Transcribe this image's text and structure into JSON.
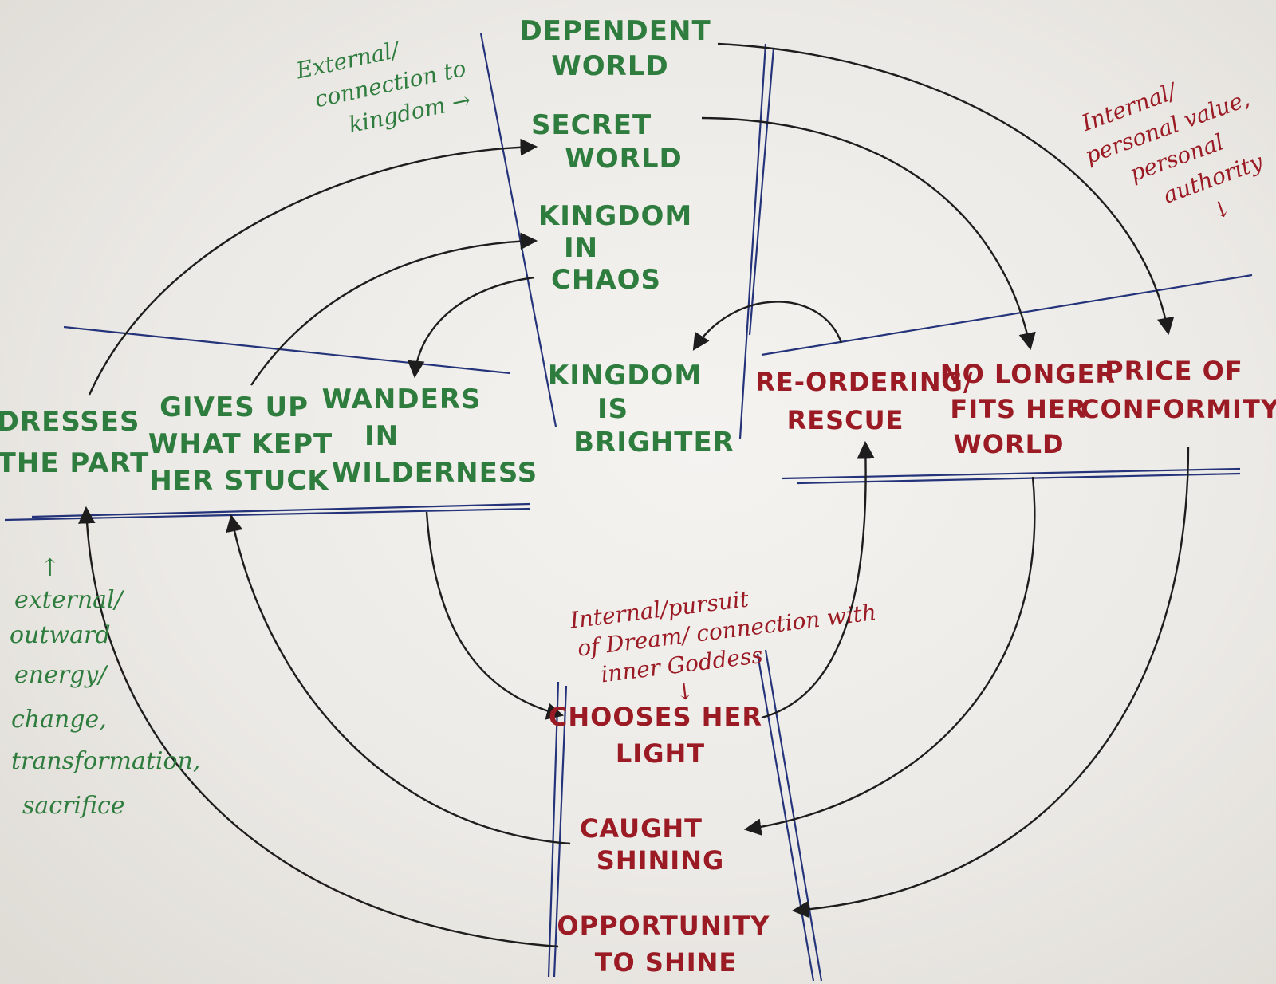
{
  "colors": {
    "green": "#2f7d3e",
    "red": "#9b1b25",
    "blue": "#24337a",
    "ink": "#1d1d1d"
  },
  "stages": {
    "dependent_world": [
      "DEPENDENT",
      "WORLD"
    ],
    "secret_world": [
      "SECRET",
      "WORLD"
    ],
    "kingdom_in_chaos": [
      "KINGDOM",
      "IN",
      "CHAOS"
    ],
    "dresses_the_part": [
      "DRESSES",
      "THE PART"
    ],
    "gives_up": [
      "GIVES UP",
      "WHAT KEPT",
      "HER STUCK"
    ],
    "wanders": [
      "WANDERS",
      "IN",
      "WILDERNESS"
    ],
    "kingdom_brighter": [
      "KINGDOM",
      "IS",
      "BRIGHTER"
    ],
    "reordering": [
      "RE-ORDERING/",
      "RESCUE"
    ],
    "no_longer_fits": [
      "NO LONGER",
      "FITS HER",
      "WORLD"
    ],
    "price_of_conformity": [
      "PRICE OF",
      "CONFORMITY"
    ],
    "chooses_her_light": [
      "CHOOSES HER",
      "LIGHT"
    ],
    "caught_shining": [
      "CAUGHT",
      "SHINING"
    ],
    "opportunity": [
      "OPPORTUNITY",
      "TO SHINE"
    ]
  },
  "notes": {
    "external_kingdom": [
      "External/",
      "connection to",
      "kingdom →"
    ],
    "internal_value": [
      "Internal/",
      "personal value,",
      "personal",
      "authority",
      "↓"
    ],
    "internal_dream": [
      "Internal/pursuit",
      "of Dream/ connection with",
      "inner Goddess",
      "↓"
    ],
    "external_outward": [
      "↑",
      "",
      "",
      "external/",
      "outward",
      "energy/",
      "change,",
      "transformation,",
      "sacrifice"
    ]
  }
}
